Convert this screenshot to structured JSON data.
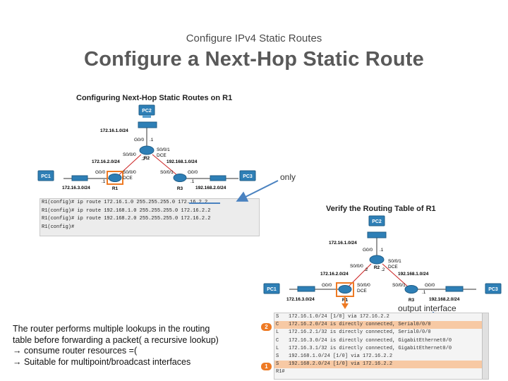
{
  "header": {
    "subtitle": "Configure IPv4 Static Routes",
    "title": "Configure a Next-Hop Static Route"
  },
  "figure1": {
    "title": "Configuring Next-Hop Static Routes on R1",
    "devices": {
      "pc2": "PC2",
      "pc1": "PC1",
      "pc3": "PC3",
      "r1": "R1",
      "r2": "R2",
      "r3": "R3"
    },
    "labels": {
      "net_top": "172.16.1.0/24",
      "r2_g": "G0/0",
      "dot1_a": ".1",
      "r2_s0": "S0/0/0",
      "r2_s1": "S0/0/1",
      "dce_a": "DCE",
      "dot2_a": ".2",
      "net_left": "172.16.2.0/24",
      "net_right": "192.168.1.0/24",
      "r1_s": "S0/0/0",
      "r1_dce": "DCE",
      "r1_g": "G0/0",
      "r3_s": "S0/0/1",
      "r3_g": "G0/0",
      "dot1_b": ".1",
      "dot1_c": ".1",
      "net_bl": "172.16.3.0/24",
      "net_br": "192.168.2.0/24"
    },
    "cli": [
      "R1(config)# ip route 172.16.1.0 255.255.255.0 172.16.2.2",
      "R1(config)# ip route 192.168.1.0 255.255.255.0 172.16.2.2",
      "R1(config)# ip route 192.168.2.0 255.255.255.0 172.16.2.2",
      "R1(config)#"
    ]
  },
  "annotations": {
    "only": "only",
    "output_interface": "output interface"
  },
  "figure2": {
    "title": "Verify the Routing Table of R1",
    "devices": {
      "pc2": "PC2",
      "pc1": "PC1",
      "pc3": "PC3",
      "r1": "R1",
      "r2": "R2",
      "r3": "R3"
    },
    "labels": {
      "net_top": "172.16.1.0/24",
      "r2_g": "G0/0",
      "dot1_a": ".1",
      "r2_s0": "S0/0/0",
      "r2_s1": "S0/0/1",
      "dce": "DCE",
      "dot2_a": ".2",
      "dot2_b": ".2",
      "net_left": "172.16.2.0/24",
      "net_right": "192.168.1.0/24",
      "r1_g": "G0/0",
      "r1_s": "S0/0/0",
      "r1_dce": "DCE",
      "r3_s": "S0/0/1",
      "r3_g": "G0/0",
      "dot1_b": ".1",
      "net_bl": "172.16.3.0/24",
      "net_br": "192.168.2.0/24"
    },
    "routing_table": [
      {
        "code": "S",
        "text": "172.16.1.0/24 [1/0] via 172.16.2.2",
        "highlight": false
      },
      {
        "code": "C",
        "text": "172.16.2.0/24 is directly connected, Serial0/0/0",
        "highlight": true
      },
      {
        "code": "L",
        "text": "172.16.2.1/32 is directly connected, Serial0/0/0",
        "highlight": false
      },
      {
        "code": "C",
        "text": "172.16.3.0/24 is directly connected, GigabitEthernet0/0",
        "highlight": false
      },
      {
        "code": "L",
        "text": "172.16.3.1/32 is directly connected, GigabitEthernet0/0",
        "highlight": false
      },
      {
        "code": "S",
        "text": "192.168.1.0/24 [1/0] via 172.16.2.2",
        "highlight": false
      },
      {
        "code": "S",
        "text": "192.168.2.0/24 [1/0] via 172.16.2.2",
        "highlight": true
      },
      {
        "code": "R1#",
        "text": "",
        "highlight": false
      }
    ],
    "badges": {
      "step1": "1",
      "step2": "2"
    }
  },
  "note": {
    "line1": "The router performs multiple lookups in the routing",
    "line2": "table before forwarding a packet( a recursive lookup)",
    "line3": "→  consume router resources  =(",
    "line4": "→  Suitable for multipoint/broadcast interfaces"
  },
  "colors": {
    "router": "#2e7fb6",
    "router_highlight": "#ee7a24",
    "serial_link": "#cc2222",
    "arrow": "#4a82c0",
    "highlight_row": "#f7c9a4"
  }
}
